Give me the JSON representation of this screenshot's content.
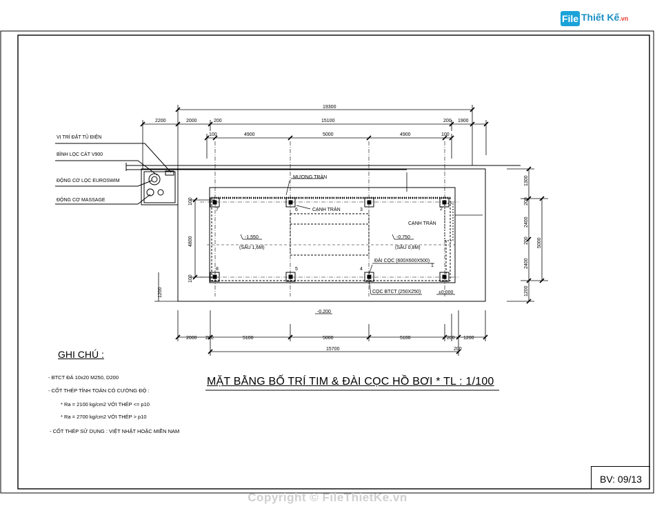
{
  "logo": {
    "mark": "File",
    "name": "Thiết Kế",
    "suffix": ".vn"
  },
  "equipment_labels": [
    "VỊ TRÍ ĐẶT TỦ ĐIỆN",
    "BÌNH LỌC CÁT V900",
    "ĐỘNG CƠ LỌC EUROSWIM",
    "ĐỘNG CƠ MASSAGE"
  ],
  "dimensions": {
    "overall_top": "19300",
    "top_row": [
      "2200",
      "2000",
      "200",
      "15100",
      "200",
      "1900"
    ],
    "axis_top": [
      "100",
      "4900",
      "5000",
      "4900",
      "100"
    ],
    "left_side": [
      "4800",
      "100",
      "100",
      "1200"
    ],
    "right_side": [
      "1300",
      "200",
      "2400",
      "200",
      "2400",
      "1200",
      "5000"
    ],
    "bottom_row": [
      "2000",
      "200",
      "5100",
      "5000",
      "5100",
      "200",
      "1200"
    ],
    "bottom_total": "15700",
    "bottom_extra": "200"
  },
  "plan": {
    "labels": {
      "overflow_channel": "MƯƠNG TRÀN",
      "overflow_edge_1": "CẠNH TRÀN",
      "overflow_edge_2": "CẠNH TRÀN",
      "pile_cap": "ĐÀI CỌC (600X600X500)",
      "pile": "CỌC BTCT (250X250)"
    },
    "deep_level": "-1,550",
    "deep_depth": "(SÂU 1,6M)",
    "shallow_level": "-0,750",
    "shallow_depth": "(SÂU 0,8M)",
    "ground_level": "±0.000",
    "outside_level": "-0.200",
    "pile_numbers": [
      "1",
      "2",
      "3",
      "4",
      "5",
      "6",
      "7",
      "8"
    ]
  },
  "notes": {
    "title": "GHI CHÚ :",
    "items": [
      "- BTCT ĐÁ 10x20 M250, D200",
      "- CỐT THÉP TÍNH TOÁN CÓ CƯỜNG ĐỘ :",
      "* Ra = 2100 kg/cm2 VỚI THÉP <= p10",
      "* Ra = 2700 kg/cm2 VỚI THÉP > p10",
      "- CỐT THÉP SỬ DỤNG : VIỆT NHẬT HOẶC MIỀN NAM"
    ]
  },
  "title": "MẶT BẰNG BỐ TRÍ TIM & ĐÀI CỌC HỒ BƠI * TL : 1/100",
  "sheet": "BV: 09/13",
  "copyright": "Copyright © FileThietKe.vn"
}
